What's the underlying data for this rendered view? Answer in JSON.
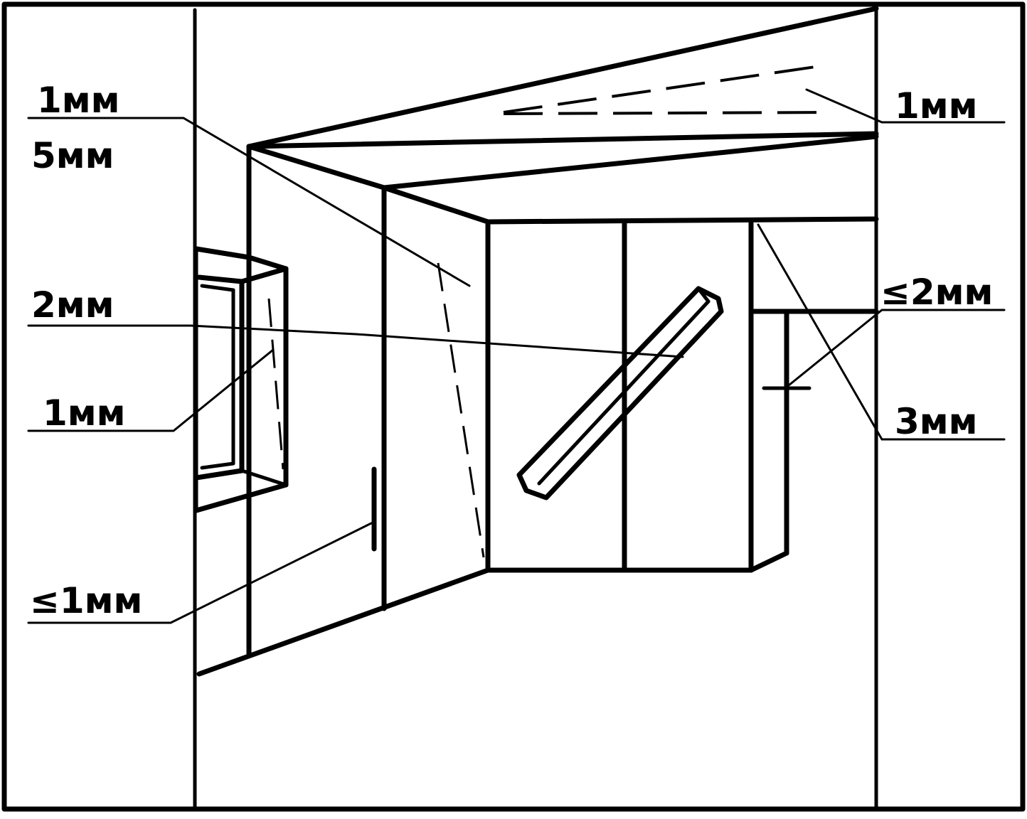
{
  "labels": {
    "top_left_1": "1мм",
    "top_left_2": "5мм",
    "mid_left": "2мм",
    "low_left": "1мм",
    "bottom_left": "≤1мм",
    "top_right": "1мм",
    "mid_right": "≤2мм",
    "low_right": "3мм"
  },
  "colors": {
    "ink": "#000000",
    "paper": "#ffffff"
  }
}
